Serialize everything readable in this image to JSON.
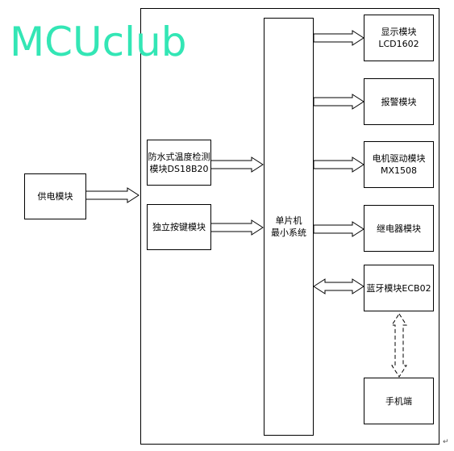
{
  "watermark": "MCUclub",
  "blocks": {
    "power": "供电模块",
    "temp_line1": "防水式温度检测",
    "temp_line2": "模块DS18B20",
    "keys": "独立按键模块",
    "mcu_line1": "单片机",
    "mcu_line2": "最小系统",
    "lcd": "显示模块LCD1602",
    "alarm": "报警模块",
    "motor_line1": "电机驱动模块",
    "motor_line2": "MX1508",
    "relay": "继电器模块",
    "bt": "蓝牙模块ECB02",
    "phone": "手机端"
  },
  "colors": {
    "watermark": "#33e6b5",
    "line": "#000000"
  }
}
